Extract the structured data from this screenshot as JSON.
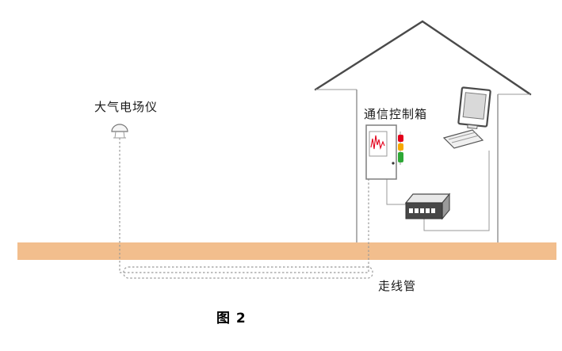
{
  "labels": {
    "sensor": "大气电场仪",
    "control_box": "通信控制箱",
    "conduit": "走线管"
  },
  "figure": {
    "caption": "图 2"
  },
  "colors": {
    "ground": "#F2BE8D",
    "waveform": "#E3001B",
    "led_red": "#E3001B",
    "led_yellow": "#F6A800",
    "led_green": "#2EA836"
  }
}
